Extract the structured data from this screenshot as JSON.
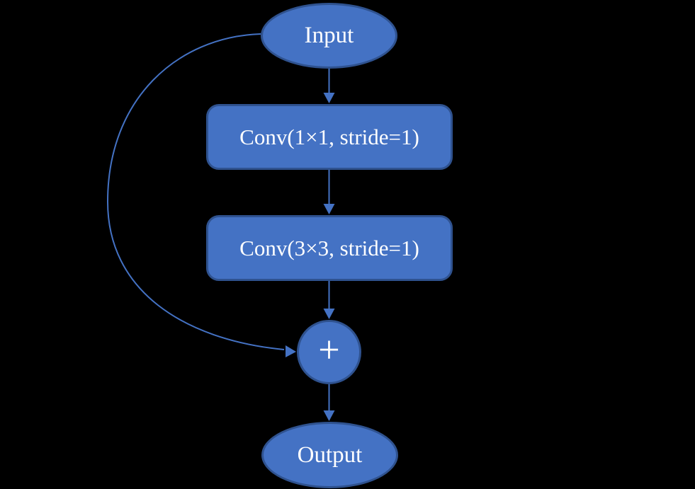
{
  "diagram": {
    "background_color": "#000000",
    "node_fill_color": "#4472C4",
    "node_border_color": "#2F528F",
    "edge_color": "#4472C4",
    "text_color": "#FFFFFF",
    "nodes": [
      {
        "id": "input",
        "label": "Input",
        "shape": "ellipse"
      },
      {
        "id": "conv1",
        "label": "Conv(1×1, stride=1)",
        "shape": "rounded-rect"
      },
      {
        "id": "conv2",
        "label": "Conv(3×3, stride=1)",
        "shape": "rounded-rect"
      },
      {
        "id": "add",
        "label": "+",
        "shape": "circle"
      },
      {
        "id": "output",
        "label": "Output",
        "shape": "ellipse"
      }
    ],
    "edges": [
      {
        "from": "input",
        "to": "conv1",
        "style": "straight-arrow"
      },
      {
        "from": "conv1",
        "to": "conv2",
        "style": "straight-arrow"
      },
      {
        "from": "conv2",
        "to": "add",
        "style": "straight-arrow"
      },
      {
        "from": "add",
        "to": "output",
        "style": "straight-arrow"
      },
      {
        "from": "input",
        "to": "add",
        "style": "curved-skip-connection-arrow"
      }
    ]
  }
}
